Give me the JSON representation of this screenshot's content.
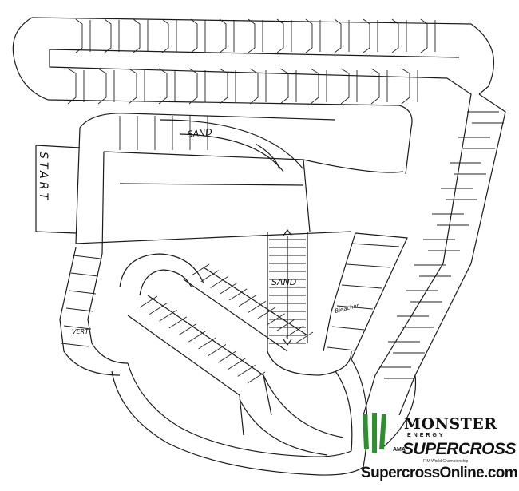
{
  "labels": {
    "start": "START",
    "sand_top": "SAND",
    "sand_mid": "SAND",
    "vert": "VERT",
    "bleacher": "Bleacher"
  },
  "branding": {
    "monster": "MONSTER",
    "energy": "ENERGY",
    "ama": "AMA",
    "supercross": "SUPERCROSS",
    "fim": "FIM World Championship",
    "site": "SupercrossOnline.com"
  },
  "colors": {
    "ink": "#1a1a1a",
    "claw": "#2f8f2f",
    "paper": "#ffffff"
  }
}
